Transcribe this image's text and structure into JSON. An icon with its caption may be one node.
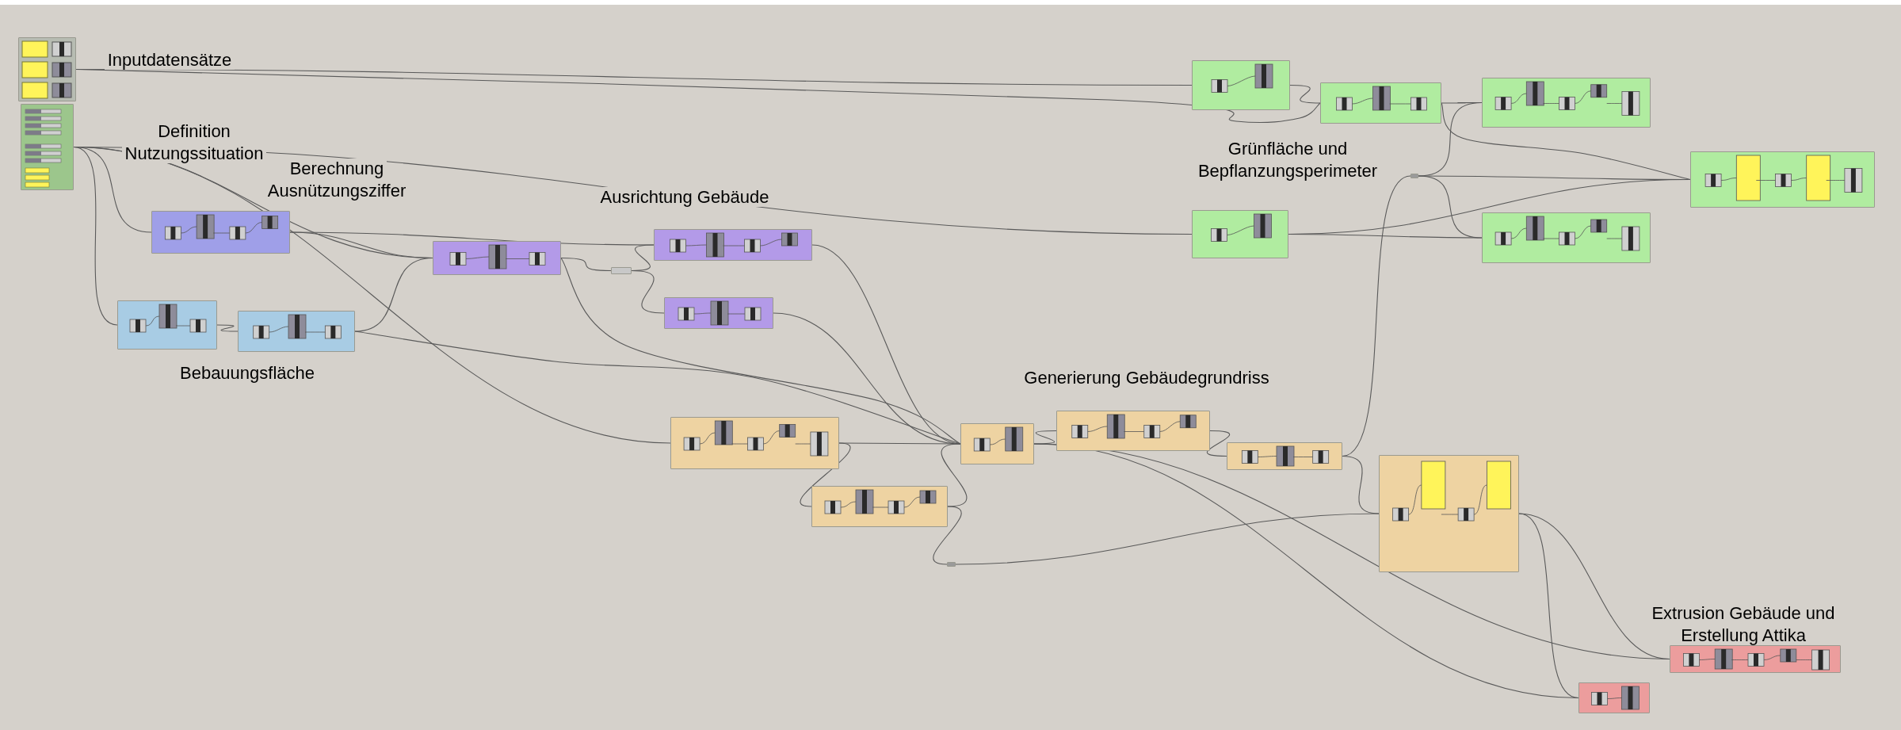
{
  "diagram": {
    "nodes": [
      {
        "text": [],
        "shape": "box"
      },
      {
        "text": [],
        "shape": "box"
      },
      {
        "text": [],
        "shape": "box"
      },
      {
        "text": [],
        "shape": "box"
      },
      {
        "text": [],
        "shape": "box"
      },
      {
        "text": [],
        "shape": "box"
      },
      {
        "text": [],
        "shape": "box"
      },
      {
        "text": [],
        "shape": "box"
      },
      {
        "text": [],
        "shape": "box"
      },
      {
        "text": [],
        "shape": "box"
      },
      {
        "text": [],
        "shape": "box"
      },
      {
        "text": [],
        "shape": "box"
      },
      {
        "text": [],
        "shape": "box"
      },
      {
        "text": [],
        "shape": "box"
      },
      {
        "text": [],
        "shape": "box"
      },
      {
        "text": [],
        "shape": "box"
      },
      {
        "text": [],
        "shape": "box"
      },
      {
        "text": [],
        "shape": "box"
      },
      {
        "text": [],
        "shape": "box"
      },
      {
        "text": [],
        "shape": "box"
      },
      {
        "text": [],
        "shape": "box"
      },
      {
        "text": [],
        "shape": "box"
      },
      {
        "text": [],
        "shape": "box"
      },
      {
        "text": [],
        "shape": "box"
      },
      {
        "text": [],
        "shape": "box"
      }
    ],
    "edges": [
      {
        "from": 0,
        "to": 16,
        "arrow": "none"
      },
      {
        "from": 0,
        "to": 17,
        "arrow": "none"
      },
      {
        "from": 1,
        "to": 2,
        "arrow": "none"
      },
      {
        "from": 1,
        "to": 3,
        "arrow": "none"
      },
      {
        "from": 1,
        "to": 5,
        "arrow": "none"
      },
      {
        "from": 1,
        "to": 20,
        "arrow": "none"
      },
      {
        "from": 1,
        "to": 8,
        "arrow": "none"
      },
      {
        "from": 2,
        "to": 5,
        "arrow": "none"
      },
      {
        "from": 2,
        "to": 6,
        "arrow": "none"
      },
      {
        "from": 3,
        "to": 4,
        "arrow": "none"
      },
      {
        "from": 4,
        "to": 5,
        "arrow": "none"
      },
      {
        "from": 4,
        "to": 10,
        "arrow": "none"
      },
      {
        "from": 5,
        "to": 22,
        "arrow": "none"
      },
      {
        "from": 22,
        "to": 6,
        "arrow": "none"
      },
      {
        "from": 22,
        "to": 7,
        "arrow": "none"
      },
      {
        "from": 5,
        "to": 10,
        "arrow": "none"
      },
      {
        "from": 6,
        "to": 10,
        "arrow": "none"
      },
      {
        "from": 7,
        "to": 10,
        "arrow": "none"
      },
      {
        "from": 8,
        "to": 9,
        "arrow": "none"
      },
      {
        "from": 8,
        "to": 10,
        "arrow": "none"
      },
      {
        "from": 9,
        "to": 10,
        "arrow": "none"
      },
      {
        "from": 9,
        "to": 24,
        "arrow": "none"
      },
      {
        "from": 24,
        "to": 13,
        "arrow": "none"
      },
      {
        "from": 10,
        "to": 11,
        "arrow": "none"
      },
      {
        "from": 10,
        "to": 14,
        "arrow": "none"
      },
      {
        "from": 10,
        "to": 15,
        "arrow": "none"
      },
      {
        "from": 11,
        "to": 12,
        "arrow": "none"
      },
      {
        "from": 12,
        "to": 13,
        "arrow": "none"
      },
      {
        "from": 12,
        "to": 23,
        "arrow": "none"
      },
      {
        "from": 23,
        "to": 18,
        "arrow": "none"
      },
      {
        "from": 23,
        "to": 19,
        "arrow": "none"
      },
      {
        "from": 23,
        "to": 21,
        "arrow": "none"
      },
      {
        "from": 13,
        "to": 14,
        "arrow": "none"
      },
      {
        "from": 13,
        "to": 15,
        "arrow": "none"
      },
      {
        "from": 16,
        "to": 17,
        "arrow": "none"
      },
      {
        "from": 17,
        "to": 18,
        "arrow": "none"
      },
      {
        "from": 17,
        "to": 19,
        "arrow": "none"
      },
      {
        "from": 20,
        "to": 21,
        "arrow": "none"
      },
      {
        "from": 20,
        "to": 19,
        "arrow": "none"
      }
    ],
    "labels": [
      "Inputdatensätze",
      "Definition Nutzungssituation",
      "Berechnung Ausnützungsziffer",
      "Ausrichtung Gebäude",
      "Bebauungsfläche",
      "Grünfläche und Bepflanzungsperimeter",
      "Generierung Gebäudegrundriss",
      "Extrusion Gebäude und Erstellung Attika"
    ]
  }
}
